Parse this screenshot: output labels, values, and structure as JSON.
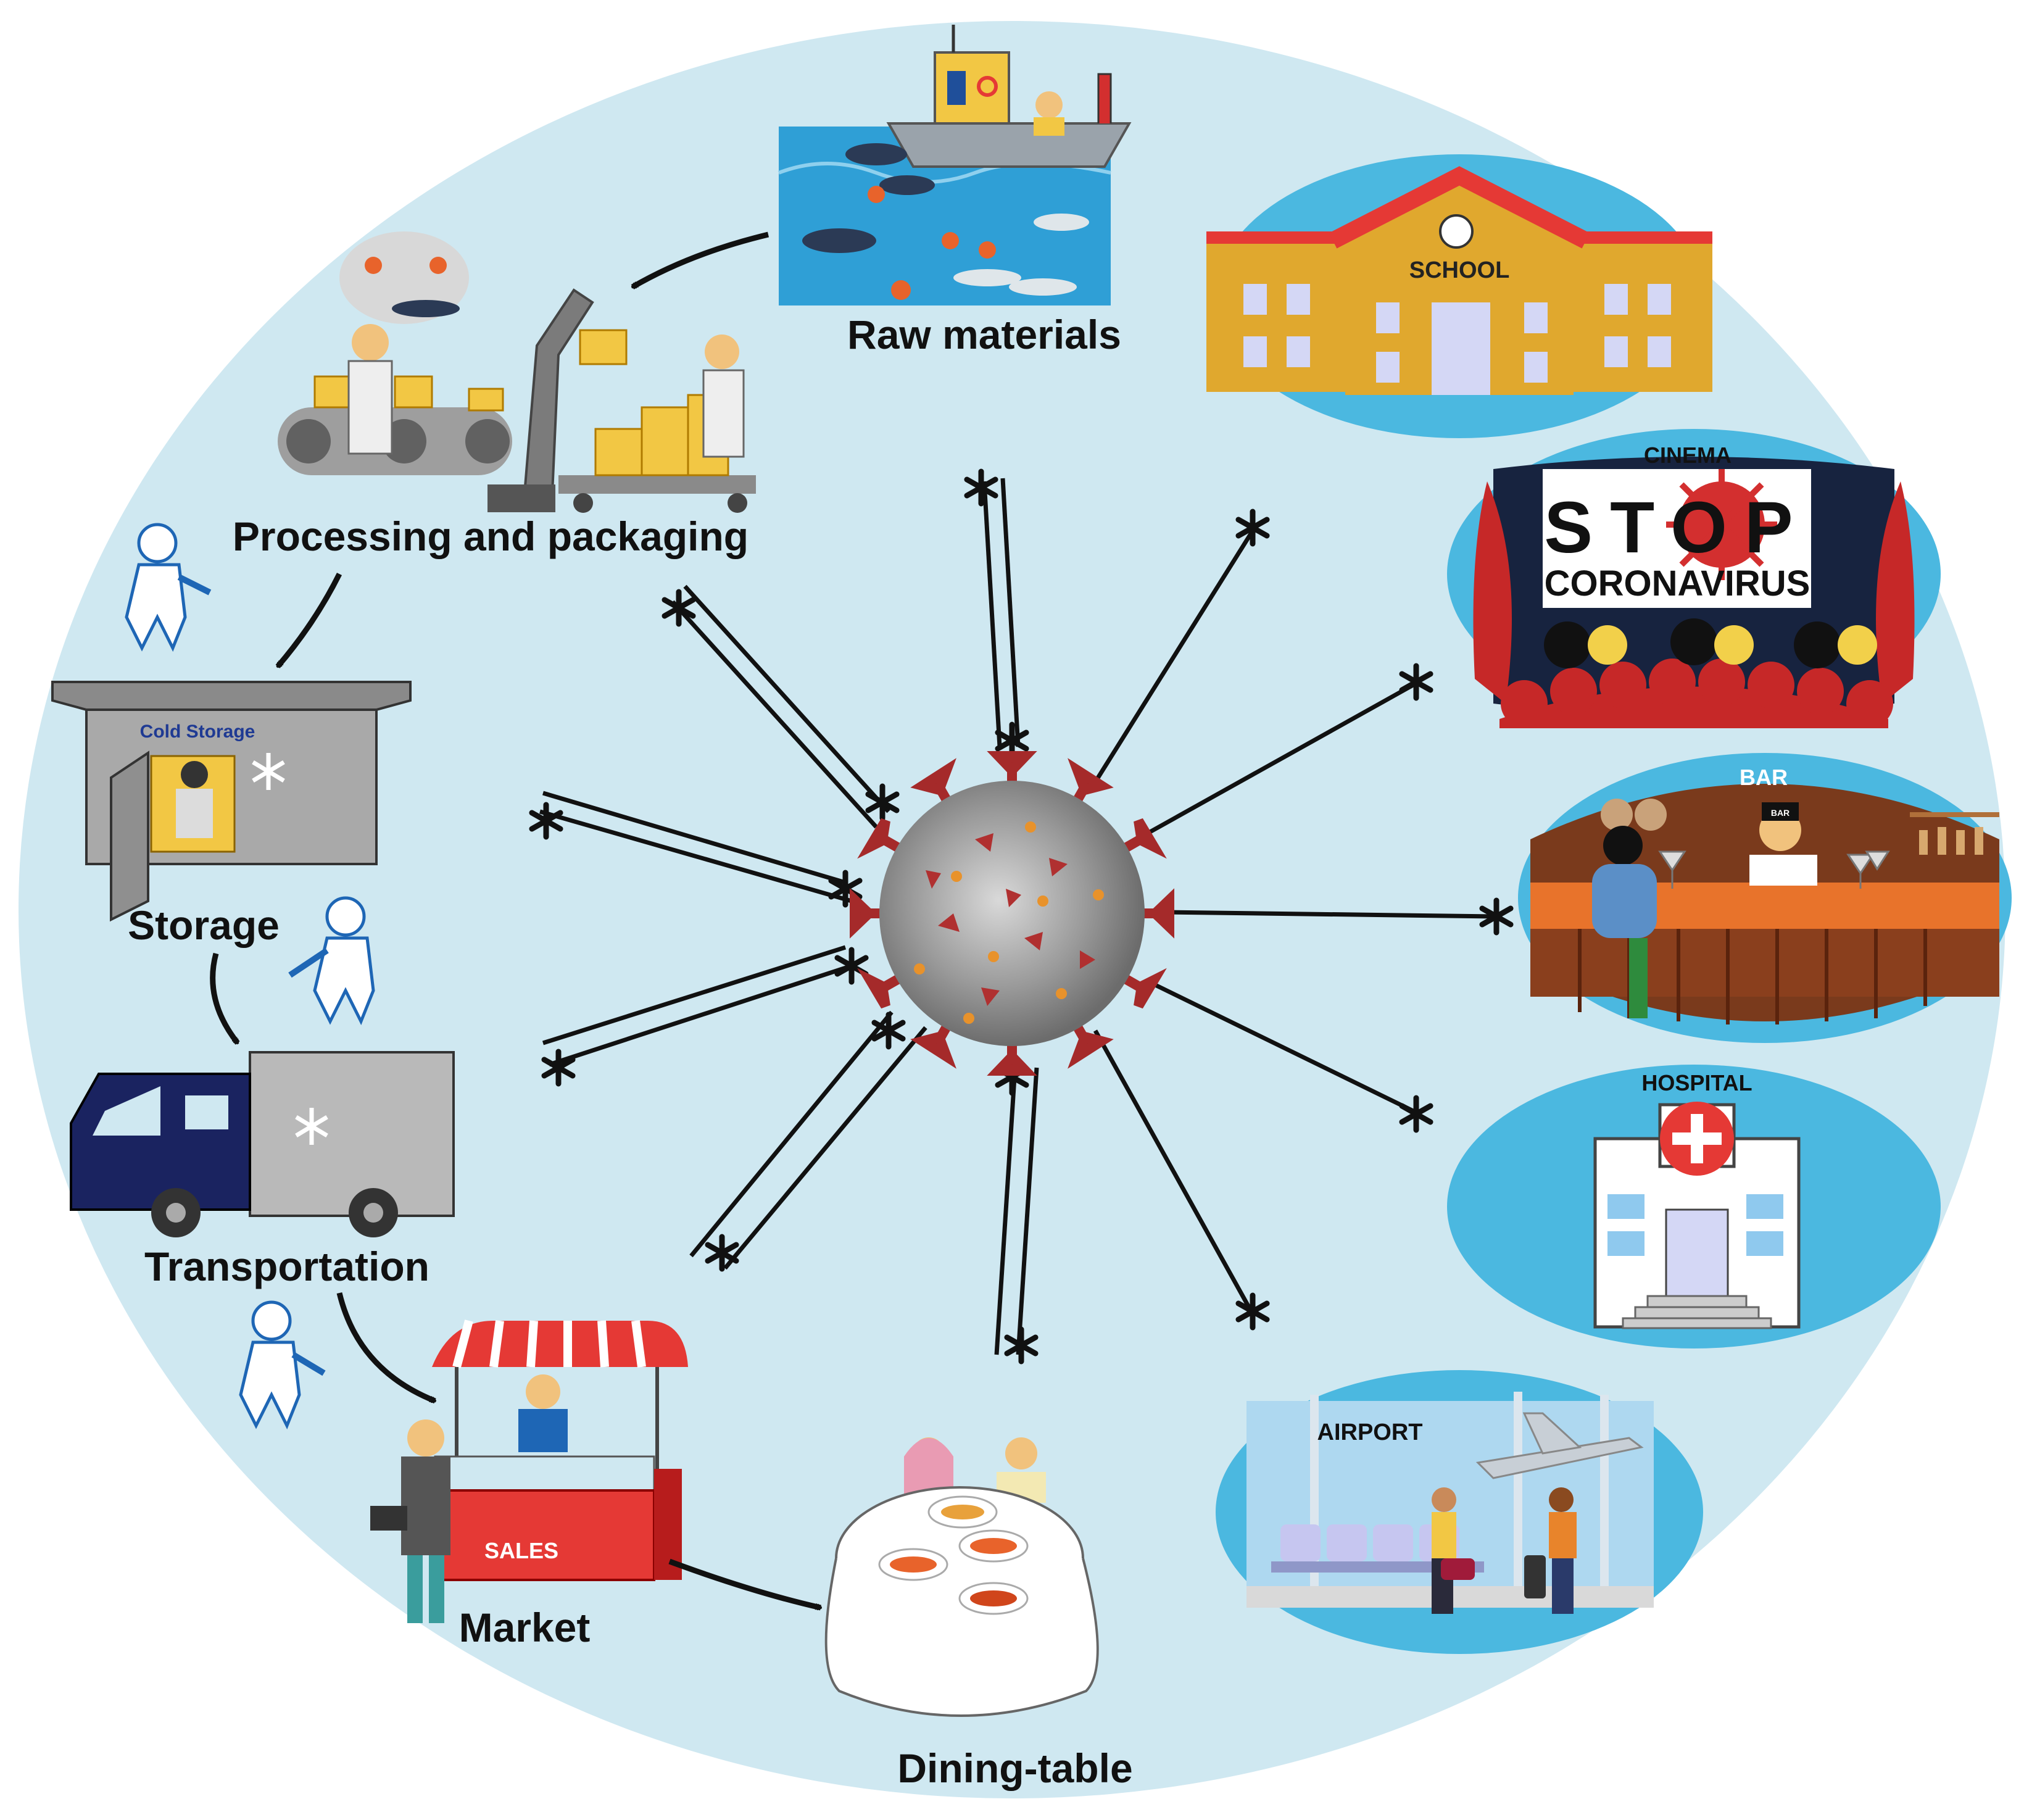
{
  "nodes": {
    "raw_materials": "Raw materials",
    "processing": "Processing and packaging",
    "storage": "Storage",
    "transportation": "Transportation",
    "market": "Market",
    "dining_table": "Dining-table"
  },
  "signs": {
    "cold_storage": "Cold Storage",
    "sales": "SALES",
    "school": "SCHOOL",
    "cinema": "CINEMA",
    "stop": "STOP",
    "coronavirus": "CORONAVIRUS",
    "bar": "BAR",
    "bar_cap": "BAR",
    "hospital": "HOSPITAL",
    "airport": "AIRPORT"
  },
  "colors": {
    "background_disc": "#cfe8f1",
    "virus": "#a52a2a",
    "venue_blue": "#4bb8e0",
    "arrow": "#111111"
  },
  "icons": {
    "virus": "coronavirus-icon",
    "snowflake": "snowflake-icon",
    "hospital_cross": "red-cross-icon",
    "spike_marker": "asterisk-icon"
  }
}
